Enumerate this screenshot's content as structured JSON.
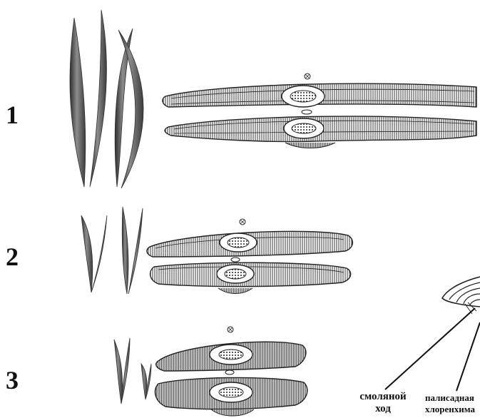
{
  "figure": {
    "rows": [
      {
        "label": "1"
      },
      {
        "label": "2"
      },
      {
        "label": "3"
      }
    ],
    "callouts": [
      {
        "line1": "смоляной",
        "line2": "ход"
      },
      {
        "line1": "палисадная",
        "line2": "хлоренхима"
      }
    ],
    "colors": {
      "ink": "#1a1a1a",
      "needle_dark": "#3a3a3a",
      "needle_light": "#9a9a9a"
    }
  }
}
